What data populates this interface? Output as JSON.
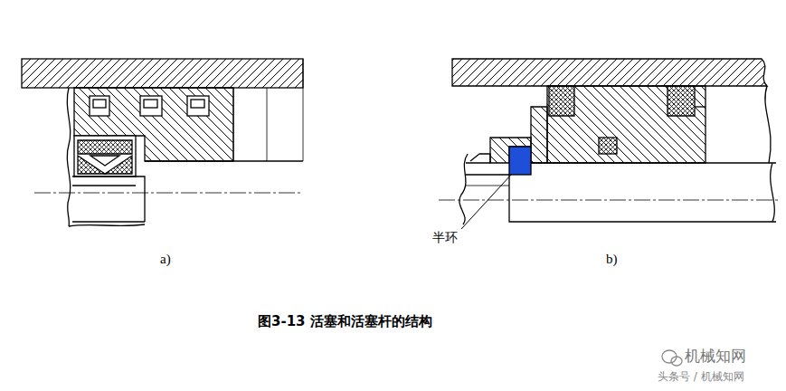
{
  "diagram": {
    "caption": "图3-13 活塞和活塞杆的结构",
    "labels": [
      "a)",
      "b)",
      "半环",
      "机械知网",
      "头条号 / 机械知网"
    ]
  }
}
